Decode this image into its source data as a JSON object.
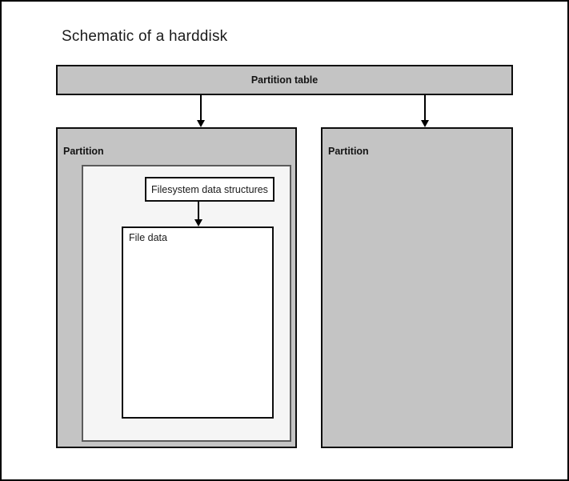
{
  "diagram": {
    "title": "Schematic of a harddisk",
    "partition_table": {
      "label": "Partition table"
    },
    "left_partition": {
      "label": "Partition"
    },
    "right_partition": {
      "label": "Partition"
    },
    "filesystem_box": {
      "label": "Filesystem data structures"
    },
    "file_data_box": {
      "label": "File data"
    }
  },
  "colors": {
    "partition_fill": "#c4c4c4",
    "filesystem_area_fill": "#f5f5f5",
    "inner_box_fill": "#ffffff",
    "outline": "#0d0d0d",
    "filesystem_area_border": "#5b5b5b",
    "text": "#1a1a1a"
  }
}
